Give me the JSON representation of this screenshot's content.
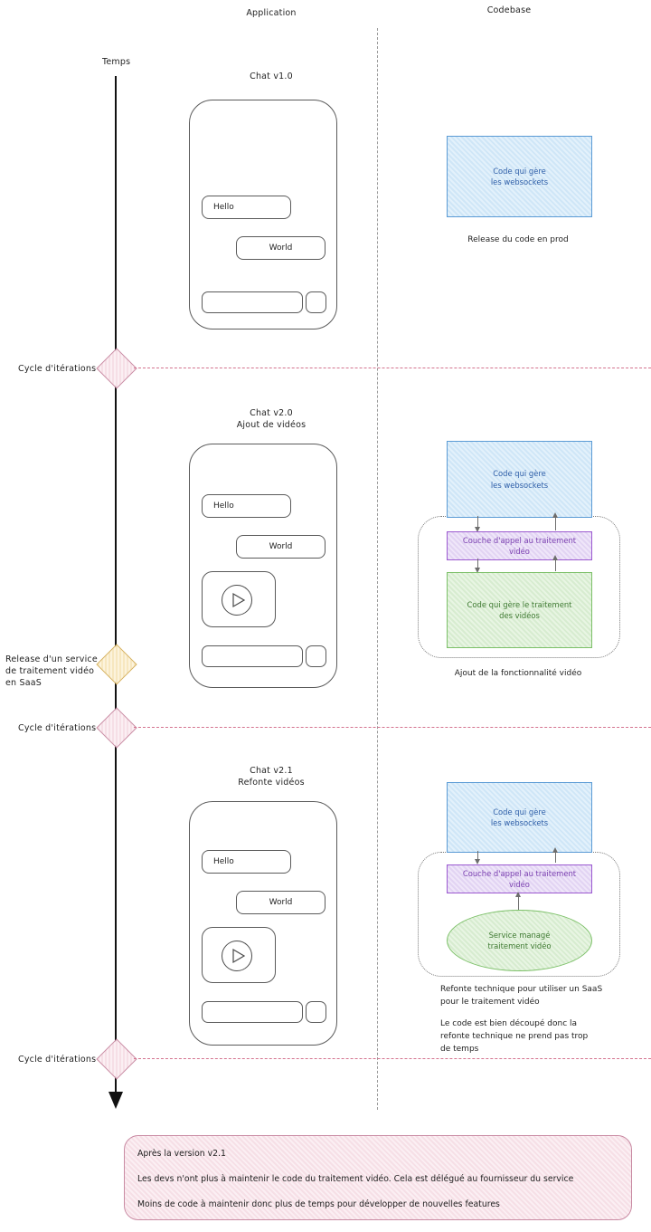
{
  "columns": {
    "application": "Application",
    "codebase": "Codebase"
  },
  "timeline": {
    "axis_label": "Temps",
    "markers": [
      {
        "label": "Cycle d'itérations",
        "color": "#f6dfe6"
      },
      {
        "label": "Release d'un service\nde traitement vidéo\nen SaaS",
        "color": "#f7e7bf"
      },
      {
        "label": "Cycle d'itérations",
        "color": "#f6dfe6"
      },
      {
        "label": "Cycle d'itérations",
        "color": "#f6dfe6"
      }
    ]
  },
  "sections": [
    {
      "app_title": "Chat v1.0",
      "app_subtitle": "",
      "messages": [
        {
          "text": "Hello",
          "side": "left"
        },
        {
          "text": "World",
          "side": "right"
        }
      ],
      "has_video": false,
      "code_blocks": [
        {
          "label": "Code qui gère\nles websockets",
          "type": "blue"
        }
      ],
      "caption": "Release du code en prod",
      "caption2": ""
    },
    {
      "app_title": "Chat v2.0",
      "app_subtitle": "Ajout de vidéos",
      "messages": [
        {
          "text": "Hello",
          "side": "left"
        },
        {
          "text": "World",
          "side": "right"
        }
      ],
      "has_video": true,
      "code_blocks": [
        {
          "label": "Code qui gère\nles websockets",
          "type": "blue"
        },
        {
          "label": "Couche d'appel au traitement\nvidéo",
          "type": "purple"
        },
        {
          "label": "Code qui gère le traitement\ndes vidéos",
          "type": "green"
        }
      ],
      "caption": "Ajout de la fonctionnalité vidéo",
      "caption2": ""
    },
    {
      "app_title": "Chat v2.1",
      "app_subtitle": "Refonte vidéos",
      "messages": [
        {
          "text": "Hello",
          "side": "left"
        },
        {
          "text": "World",
          "side": "right"
        }
      ],
      "has_video": true,
      "code_blocks": [
        {
          "label": "Code qui gère\nles websockets",
          "type": "blue"
        },
        {
          "label": "Couche d'appel au traitement\nvidéo",
          "type": "purple"
        },
        {
          "label": "Service managé\ntraitement vidéo",
          "type": "green-ellipse"
        }
      ],
      "caption": "Refonte technique pour utiliser un SaaS\npour le traitement vidéo",
      "caption2": "Le code est bien découpé donc la\nrefonte technique ne prend pas trop\nde temps"
    }
  ],
  "summary": {
    "lines": [
      "Après la version v2.1",
      "Les devs n'ont plus à maintenir le code du traitement vidéo. Cela est délégué au fournisseur du service",
      "Moins de code à maintenir donc plus de temps pour développer de nouvelles features"
    ]
  },
  "colors": {
    "blue_fill": "#cfe6f7",
    "blue_stroke": "#5b9bd5",
    "blue_text": "#2f5fa8",
    "purple_fill": "#e2d4f3",
    "purple_stroke": "#9b59d0",
    "purple_text": "#7a3fb0",
    "green_fill": "#d7ecd0",
    "green_stroke": "#7cc068",
    "green_text": "#3f7a32",
    "pink_fill": "#f6dfe6",
    "pink_stroke": "#c98ba3",
    "amber_fill": "#f7e7bf",
    "amber_stroke": "#d6b15e"
  }
}
